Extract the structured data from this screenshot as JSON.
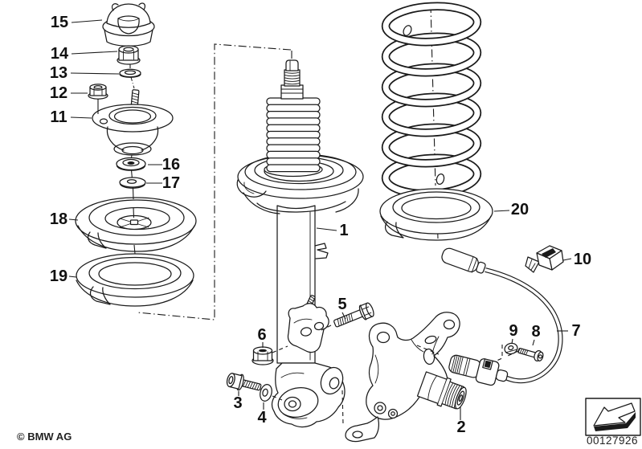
{
  "callouts": {
    "c1": "1",
    "c2": "2",
    "c3": "3",
    "c4": "4",
    "c5": "5",
    "c6": "6",
    "c7": "7",
    "c8": "8",
    "c9": "9",
    "c10": "10",
    "c11": "11",
    "c12": "12",
    "c13": "13",
    "c14": "14",
    "c15": "15",
    "c16": "16",
    "c17": "17",
    "c18": "18",
    "c19": "19",
    "c20": "20"
  },
  "footer": {
    "copyright": "© BMW AG"
  },
  "stamp": {
    "part_number": "00127926",
    "icon": "direction-of-travel-arrow-icon"
  },
  "colors": {
    "line": "#1a1a1a",
    "background": "#ffffff"
  }
}
